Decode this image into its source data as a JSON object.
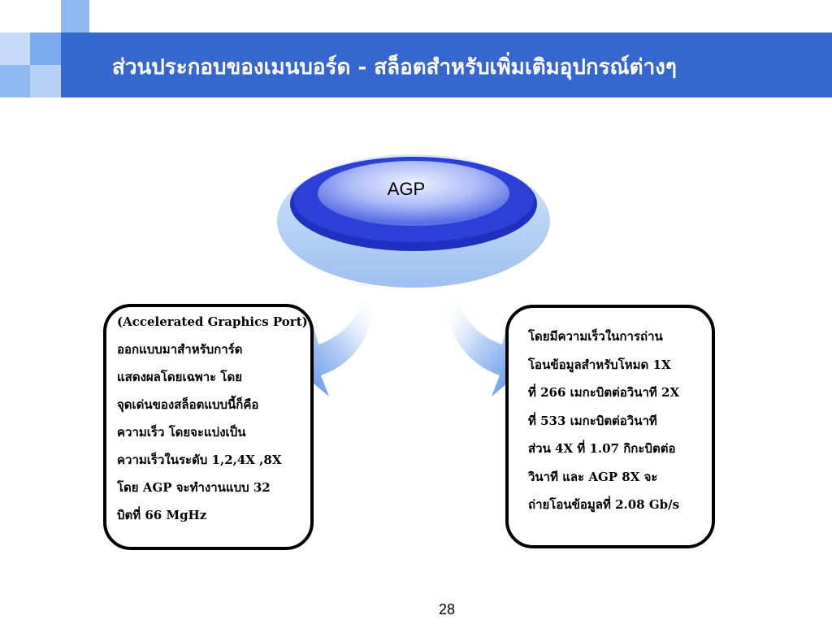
{
  "slide": {
    "title": "ส่วนประกอบของเมนบอร์ด - สล็อตสำหรับเพิ่มเติมอุปกรณ์ต่างๆ",
    "page_number": "28"
  },
  "diagram": {
    "center_label": "AGP",
    "left_box_lines": [
      "(Accelerated Graphics Port)",
      "ออกแบบมาสำหรับการ์ด",
      "แสดงผลโดยเฉพาะ โดย",
      "จุดเด่นของสล็อตแบบนี้ก็คือ",
      "ความเร็ว โดยจะแบ่งเป็น",
      "ความเร็วในระดับ 1,2,4X ,8X",
      "โดย AGP จะทำงานแบบ 32",
      "บิตที่ 66 MgHz"
    ],
    "right_box_lines": [
      "โดยมีความเร็วในการถ่าน",
      "โอนข้อมูลสำหรับโหมด 1X",
      "ที่ 266 เมกะบิตต่อวินาที 2X",
      "ที่ 533 เมกะบิตต่อวินาที",
      "ส่วน 4X ที่ 1.07 กิกะบิตต่อ",
      "วินาที  และ AGP 8X จะ",
      "ถ่ายโอนข้อมูลที่ 2.08 Gb/s"
    ]
  },
  "colors": {
    "title_bar": "#3567cf",
    "button_blue": "#2d3fd6",
    "arrow_blue": "#5b8fe8"
  }
}
